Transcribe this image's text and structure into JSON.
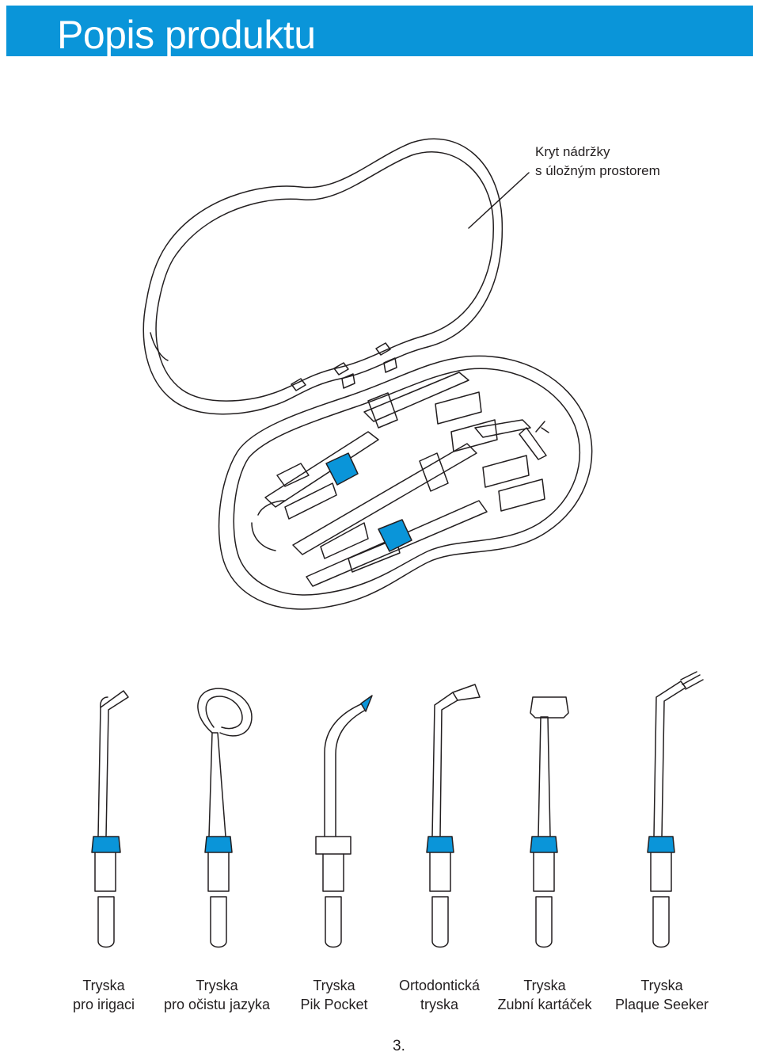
{
  "header": {
    "title": "Popis produktu"
  },
  "case_callout": {
    "line1": "Kryt nádržky",
    "line2": "s úložným prostorem"
  },
  "tips": [
    {
      "line1": "Tryska",
      "line2": "pro irigaci"
    },
    {
      "line1": "Tryska",
      "line2": "pro očistu jazyka"
    },
    {
      "line1": "Tryska",
      "line2": "Pik Pocket"
    },
    {
      "line1": "Ortodontická",
      "line2": "tryska"
    },
    {
      "line1": "Tryska",
      "line2": "Zubní kartáček"
    },
    {
      "line1": "Tryska",
      "line2": "Plaque Seeker"
    }
  ],
  "page_number": "3.",
  "colors": {
    "accent": "#0a95d9",
    "line": "#231f20",
    "background": "#ffffff"
  }
}
